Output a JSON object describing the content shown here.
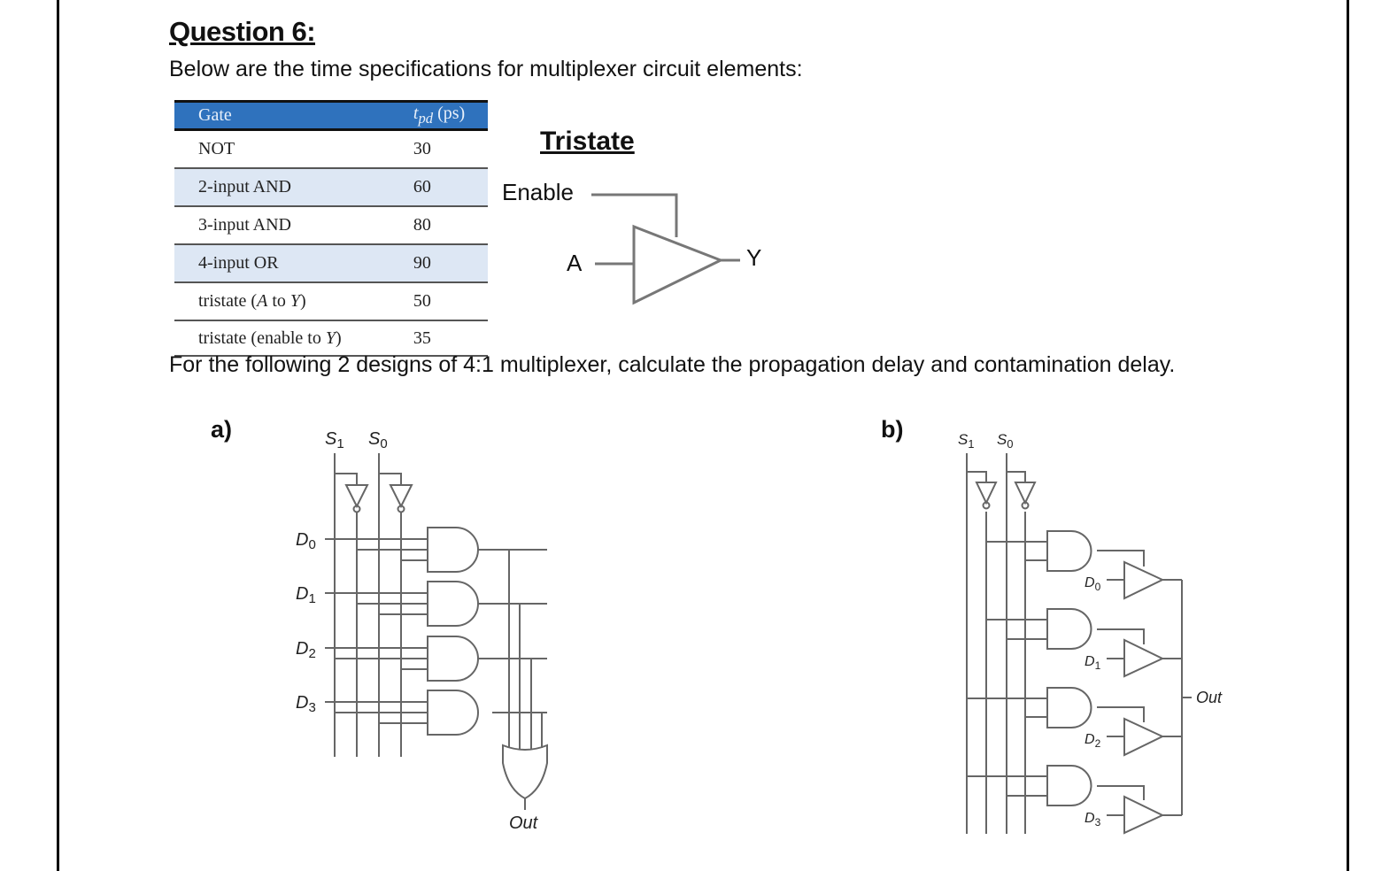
{
  "question": {
    "title": "Question 6:",
    "intro": "Below are the time specifications for multiplexer circuit elements:",
    "prompt": "For the following 2 designs of 4:1 multiplexer, calculate the propagation delay and contamination delay."
  },
  "table": {
    "header": {
      "gate": "Gate",
      "tpd_main": "t",
      "tpd_sub": "pd",
      "tpd_unit": " (ps)"
    },
    "rows": [
      {
        "gate": "NOT",
        "gate_italic": "",
        "gate_suffix": "",
        "tpd": "30"
      },
      {
        "gate": "2-input AND",
        "gate_italic": "",
        "gate_suffix": "",
        "tpd": "60"
      },
      {
        "gate": "3-input AND",
        "gate_italic": "",
        "gate_suffix": "",
        "tpd": "80"
      },
      {
        "gate": "4-input OR",
        "gate_italic": "",
        "gate_suffix": "",
        "tpd": "90"
      },
      {
        "gate": "tristate (",
        "gate_italic": "A",
        "gate_mid": " to ",
        "gate_italic2": "Y",
        "gate_suffix": ")",
        "tpd": "50"
      },
      {
        "gate": "tristate (enable to ",
        "gate_italic": "Y",
        "gate_suffix": ")",
        "tpd": "35"
      }
    ]
  },
  "tristate_figure": {
    "title": "Tristate",
    "enable_label": "Enable",
    "input_label": "A",
    "output_label": "Y"
  },
  "designs": {
    "a": {
      "label": "a)",
      "select_labels": [
        "S1",
        "S0"
      ],
      "data_labels": [
        "D0",
        "D1",
        "D2",
        "D3"
      ],
      "output_label": "Out",
      "gates": {
        "not": 2,
        "and3": 4,
        "or4": 1
      }
    },
    "b": {
      "label": "b)",
      "select_labels": [
        "S1",
        "S0"
      ],
      "data_labels": [
        "D0",
        "D1",
        "D2",
        "D3"
      ],
      "output_label": "Out",
      "gates": {
        "not": 2,
        "and2": 4,
        "tristate": 4
      }
    }
  }
}
